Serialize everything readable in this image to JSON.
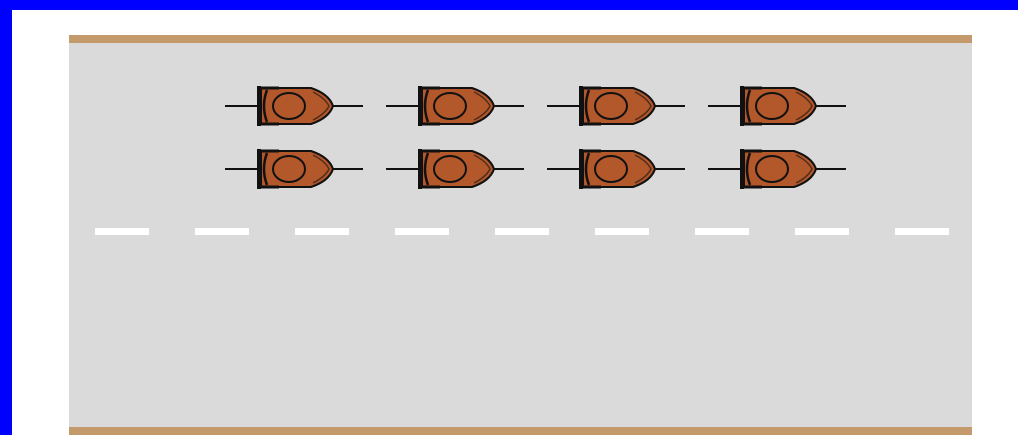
{
  "scene": {
    "colors": {
      "frame_blue": "#0000ff",
      "road": "#dadada",
      "curb": "#c49a6c",
      "lane_dash": "#ffffff",
      "racer_body": "#b3582b",
      "racer_outline": "#111111"
    },
    "lane_divider": {
      "style": "dashed",
      "dash_count": 9
    },
    "racers": {
      "icon": "race-car-top-view-icon",
      "rows": 2,
      "per_row": 4,
      "heading": "right"
    }
  }
}
